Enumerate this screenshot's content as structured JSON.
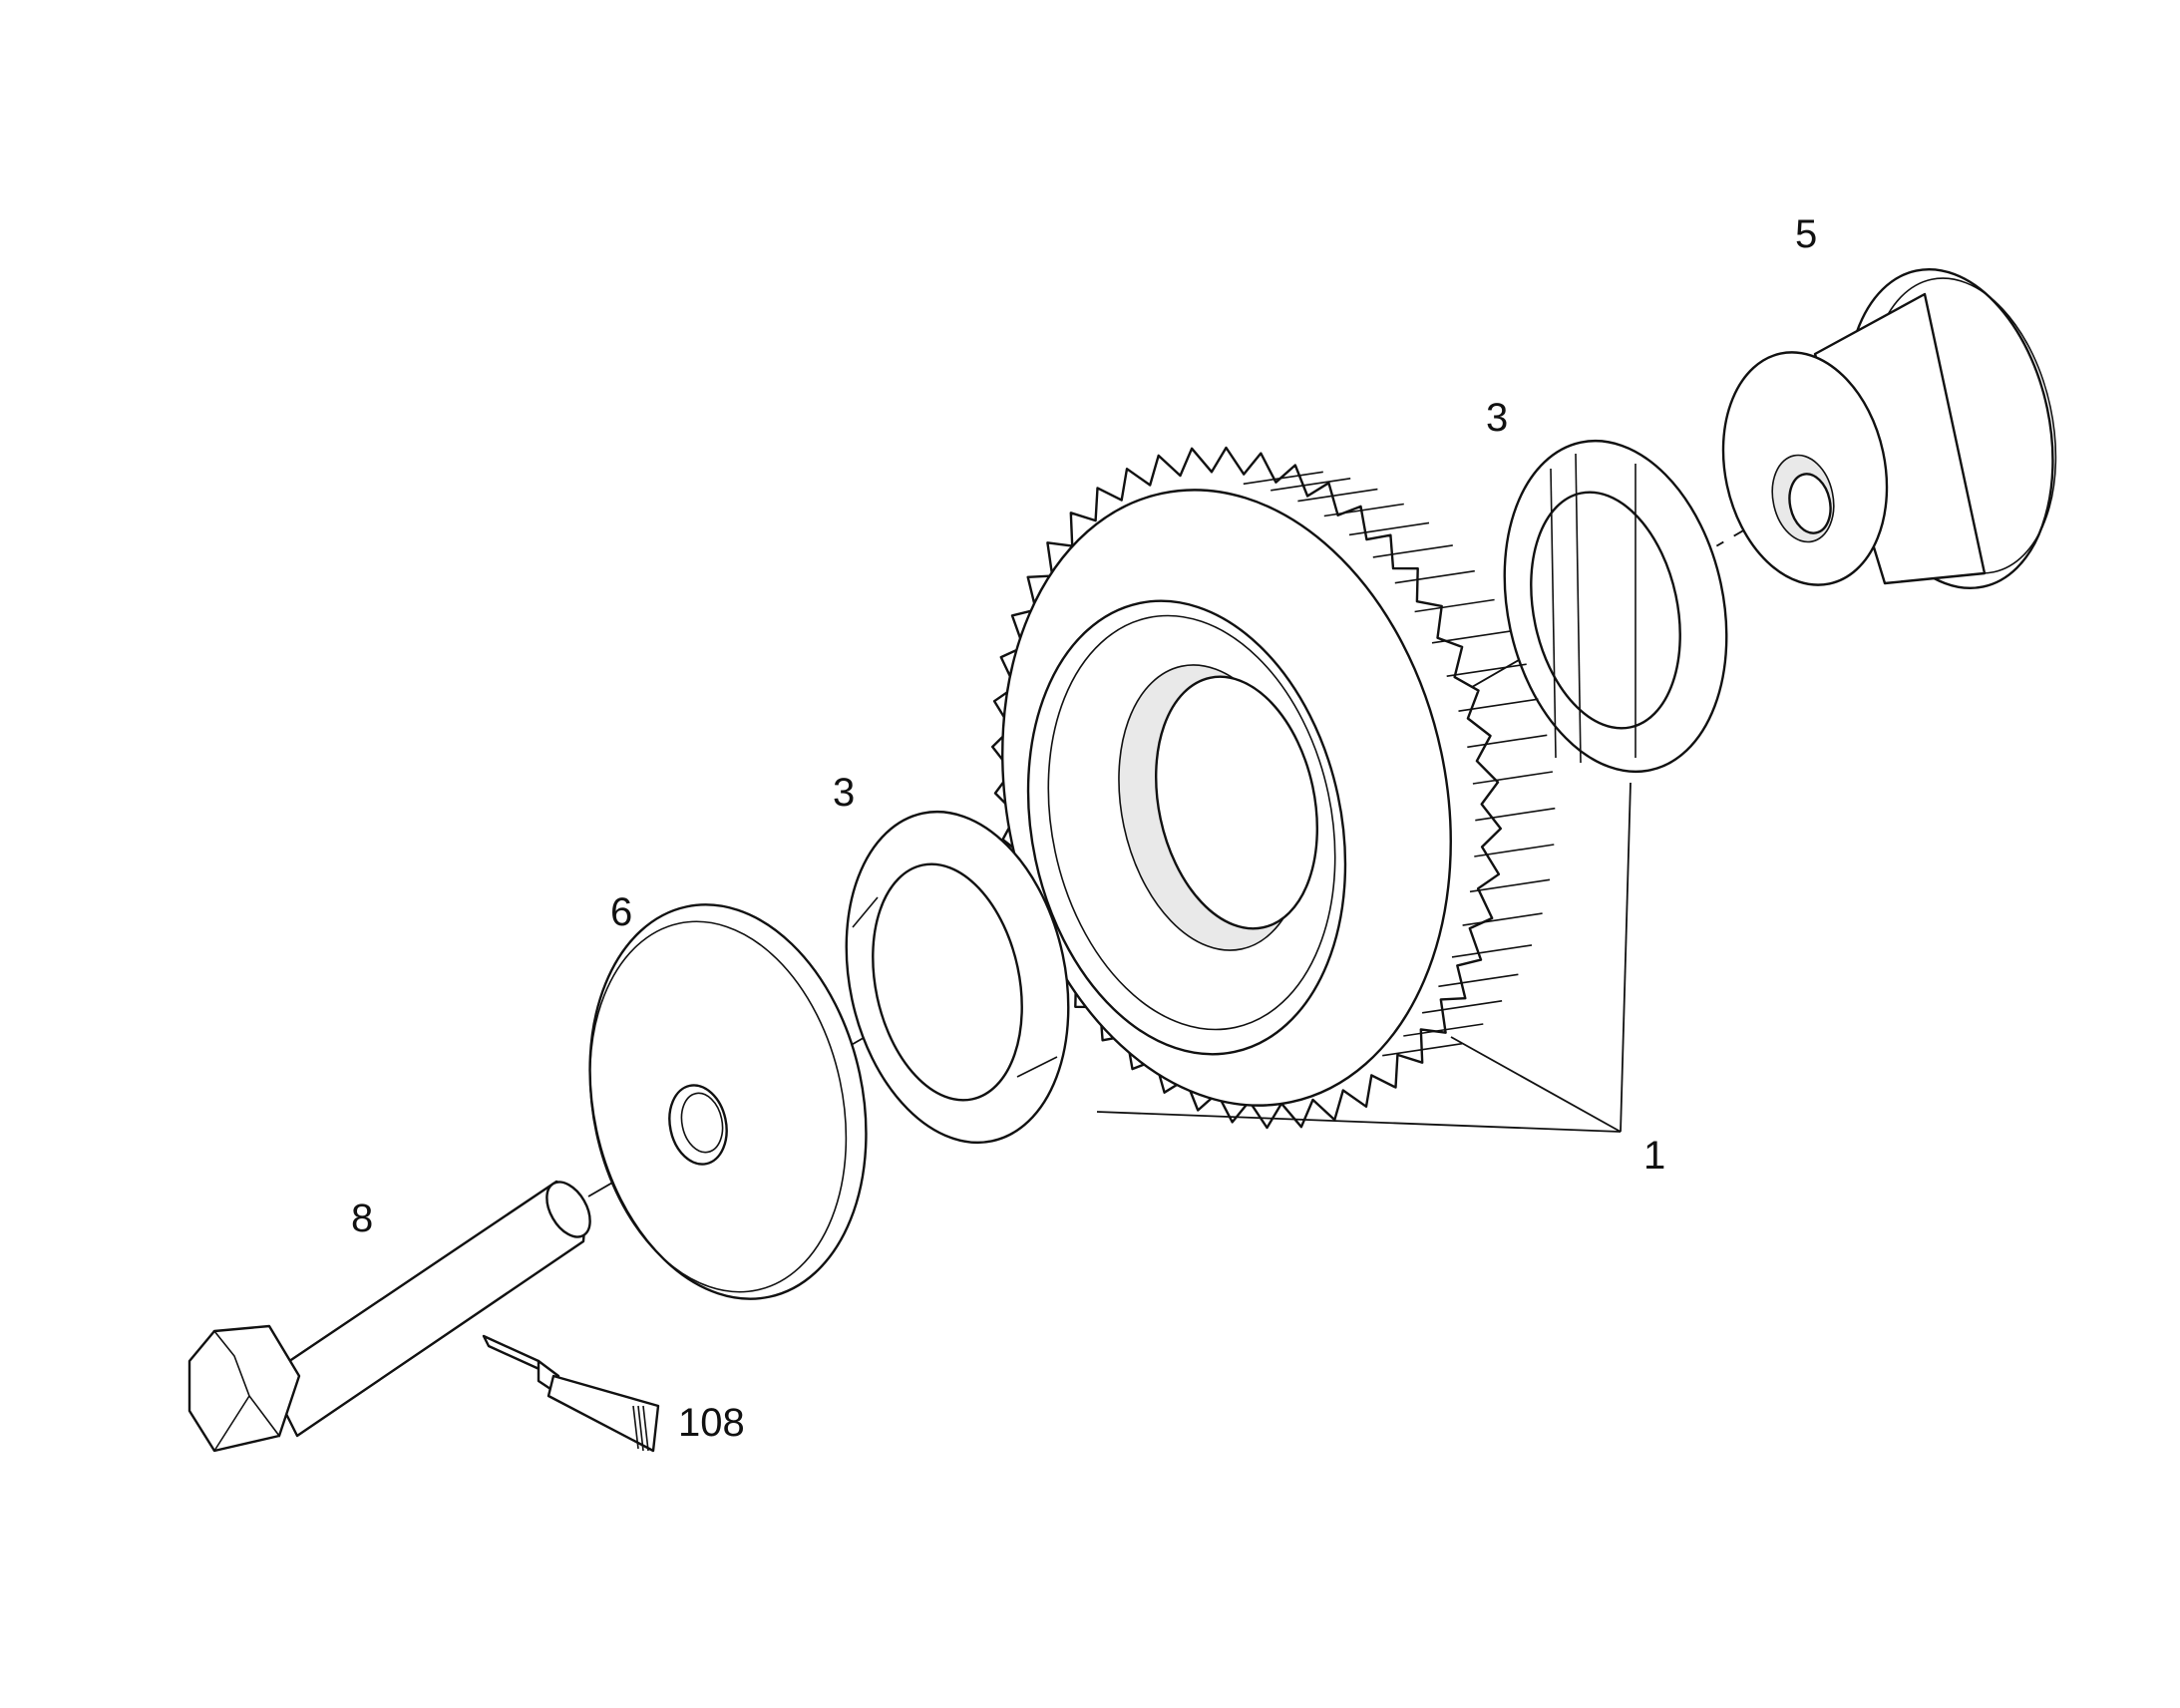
{
  "callouts": {
    "gear_assembly": "1",
    "thrust_washer_front": "3",
    "thrust_washer_rear": "3",
    "hub": "5",
    "washer": "6",
    "bolt": "8",
    "sealant": "108"
  }
}
